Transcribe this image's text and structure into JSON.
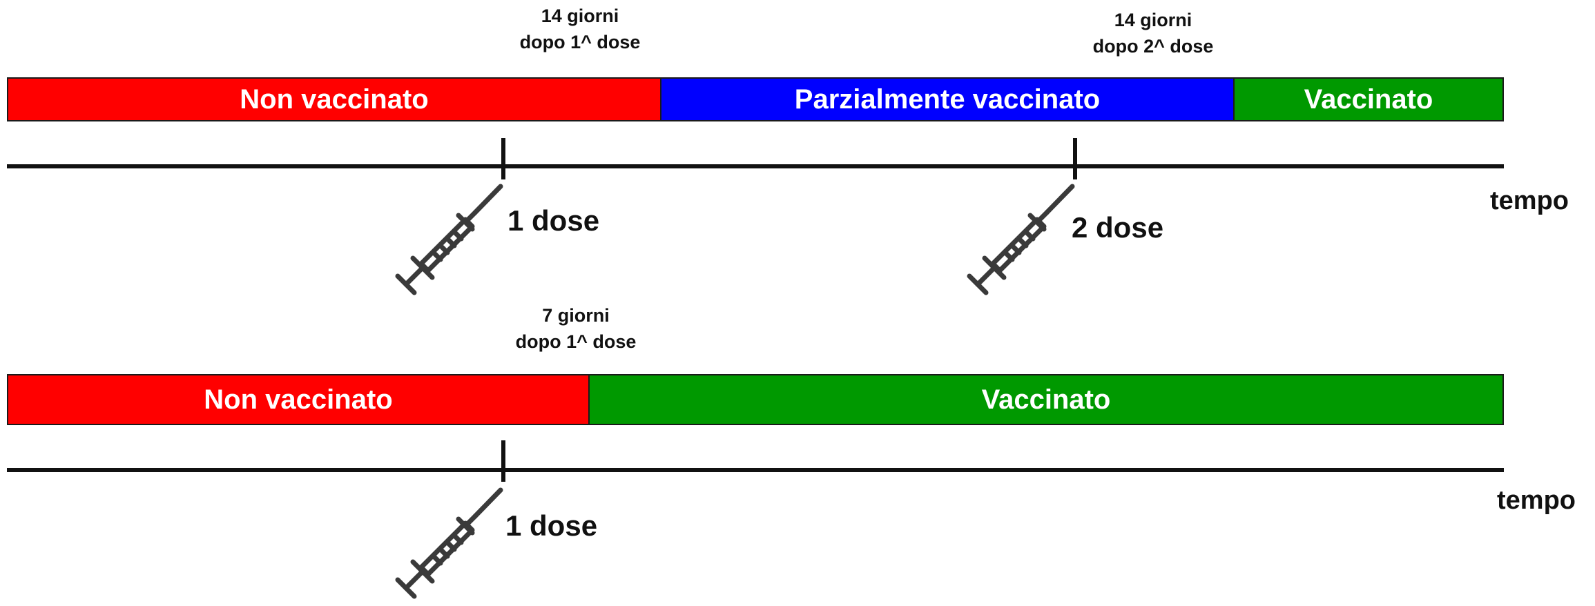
{
  "timeline_1": {
    "segments": [
      {
        "label": "Non vaccinato",
        "color": "#ff0000"
      },
      {
        "label": "Parzialmente vaccinato",
        "color": "#0000ff"
      },
      {
        "label": "Vaccinato",
        "color": "#009900"
      }
    ],
    "notes": [
      {
        "line1": "14 giorni",
        "line2": "dopo 1^ dose"
      },
      {
        "line1": "14 giorni",
        "line2": "dopo 2^ dose"
      }
    ],
    "doses": [
      "1 dose",
      "2 dose"
    ],
    "axis_label": "tempo",
    "icon": "syringe-icon"
  },
  "timeline_2": {
    "segments": [
      {
        "label": "Non vaccinato",
        "color": "#ff0000"
      },
      {
        "label": "Vaccinato",
        "color": "#009900"
      }
    ],
    "notes": [
      {
        "line1": "7 giorni",
        "line2": "dopo 1^ dose"
      }
    ],
    "doses": [
      "1 dose"
    ],
    "axis_label": "tempo",
    "icon": "syringe-icon"
  }
}
